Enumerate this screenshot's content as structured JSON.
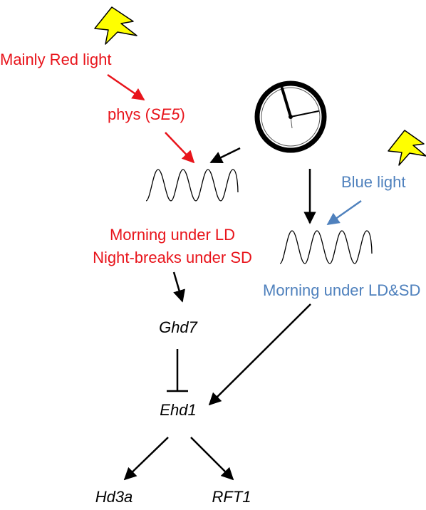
{
  "diagram": {
    "labels": {
      "red_light": "Mainly Red light",
      "phys_prefix": "phys (",
      "phys_gene": "SE5",
      "phys_suffix": ")",
      "red_rhythm_line1": "Morning under LD",
      "red_rhythm_line2": "Night-breaks under SD",
      "blue_light": "Blue light",
      "blue_rhythm": "Morning under LD&SD",
      "ghd7": "Ghd7",
      "ehd1": "Ehd1",
      "hd3a": "Hd3a",
      "rft1": "RFT1"
    },
    "colors": {
      "red": "#e8141b",
      "blue": "#4f81bd",
      "black": "#000000",
      "lightning_fill": "#ffff00"
    },
    "icons": {
      "light": "lightning-bolt-icon",
      "clock": "clock-icon",
      "rhythm": "oscillation-wave-icon"
    }
  }
}
